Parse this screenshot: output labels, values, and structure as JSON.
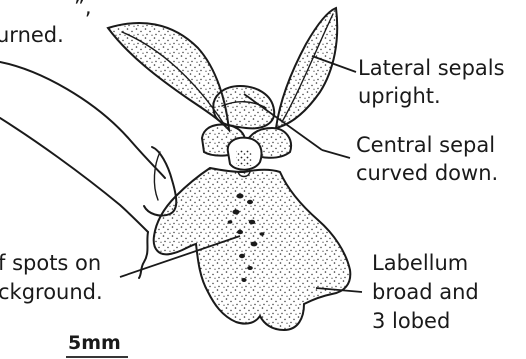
{
  "labels": {
    "top_left_line1": "”,",
    "top_left_line2": "urned.",
    "lateral_sepals_line1": "Lateral sepals",
    "lateral_sepals_line2": "upright.",
    "central_sepal_line1": "Central sepal",
    "central_sepal_line2": "curved down.",
    "spots_line1": "f spots on",
    "spots_line2": "ckground.",
    "labellum_line1": "Labellum",
    "labellum_line2": "broad and",
    "labellum_line3": "3 lobed",
    "scale_bar": "5mm"
  }
}
